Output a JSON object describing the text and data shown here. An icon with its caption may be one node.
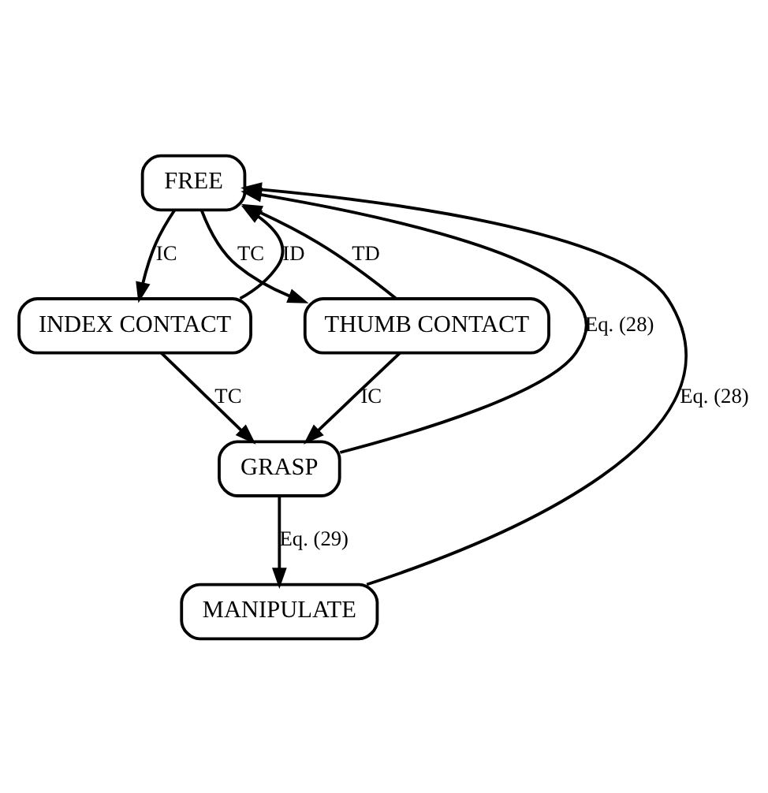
{
  "diagram": {
    "nodes": [
      {
        "text": [
          "FREE"
        ]
      },
      {
        "text": [
          "INDEX CONTACT"
        ]
      },
      {
        "text": [
          "THUMB CONTACT"
        ]
      },
      {
        "text": [
          "GRASP"
        ]
      },
      {
        "text": [
          "MANIPULATE"
        ]
      }
    ],
    "edges": [
      {
        "from": 1,
        "to": 0,
        "arrow": "to",
        "label": "ID"
      },
      {
        "from": 0,
        "to": 1,
        "arrow": "to",
        "label": "IC"
      },
      {
        "from": 0,
        "to": 2,
        "arrow": "to",
        "label": "TC"
      },
      {
        "from": 2,
        "to": 0,
        "arrow": "to",
        "label": "TD"
      },
      {
        "from": 1,
        "to": 3,
        "arrow": "to",
        "label": "TC"
      },
      {
        "from": 2,
        "to": 3,
        "arrow": "to",
        "label": "IC"
      },
      {
        "from": 3,
        "to": 0,
        "arrow": "to",
        "label": "Eq. (28)"
      },
      {
        "from": 3,
        "to": 4,
        "arrow": "to",
        "label": "Eq. (29)"
      },
      {
        "from": 4,
        "to": 0,
        "arrow": "to",
        "label": "Eq. (28)"
      }
    ]
  }
}
